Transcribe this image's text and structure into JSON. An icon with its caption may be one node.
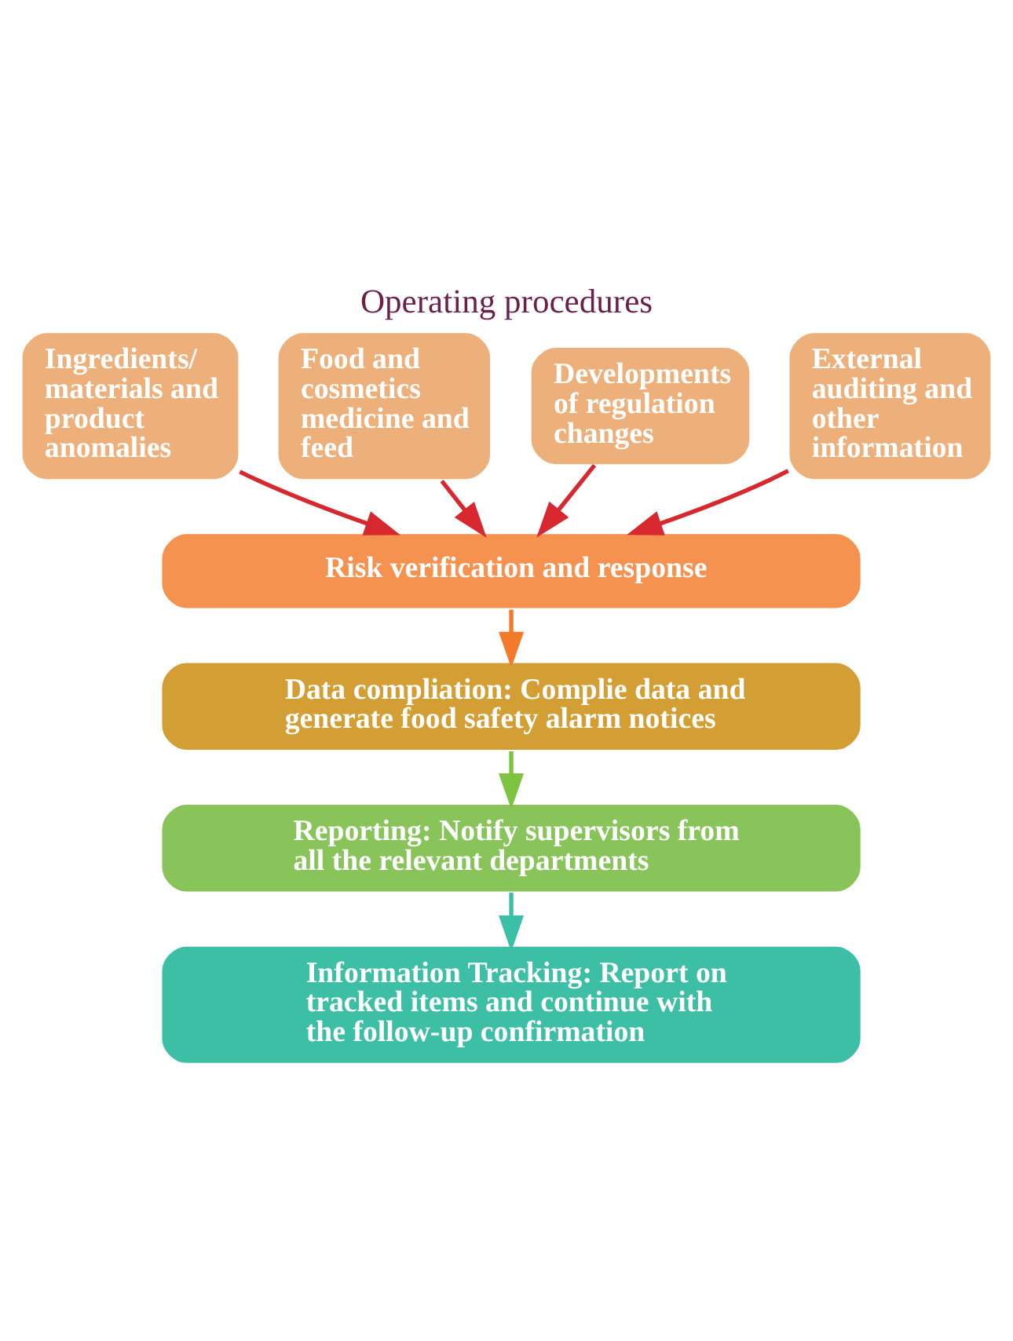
{
  "diagram": {
    "title": "Operating procedures",
    "nodes": [
      {
        "text": [
          "Ingredients/ materials and product anomalies"
        ]
      },
      {
        "text": [
          "Food and cosmetics medicine and feed"
        ]
      },
      {
        "text": [
          "Developments of regulation changes"
        ]
      },
      {
        "text": [
          "External auditing and other information"
        ]
      },
      {
        "text": [
          "Risk verification and response"
        ]
      },
      {
        "text": [
          "Data compliation: Complie data and generate food safety alarm notices"
        ]
      },
      {
        "text": [
          "Reporting: Notify supervisors from all the relevant departments"
        ]
      },
      {
        "text": [
          "Information Tracking: Report on tracked items and continue with the follow-up confirmation"
        ]
      }
    ],
    "edges": [
      {
        "from": 0,
        "to": 4,
        "arrow": "to"
      },
      {
        "from": 1,
        "to": 4,
        "arrow": "to"
      },
      {
        "from": 2,
        "to": 4,
        "arrow": "to"
      },
      {
        "from": 3,
        "to": 4,
        "arrow": "to"
      },
      {
        "from": 4,
        "to": 5,
        "arrow": "to",
        "color": "#f47a2b"
      },
      {
        "from": 5,
        "to": 6,
        "arrow": "to",
        "color": "#7ec242"
      },
      {
        "from": 6,
        "to": 7,
        "arrow": "to",
        "color": "#3bbfa6"
      }
    ]
  }
}
